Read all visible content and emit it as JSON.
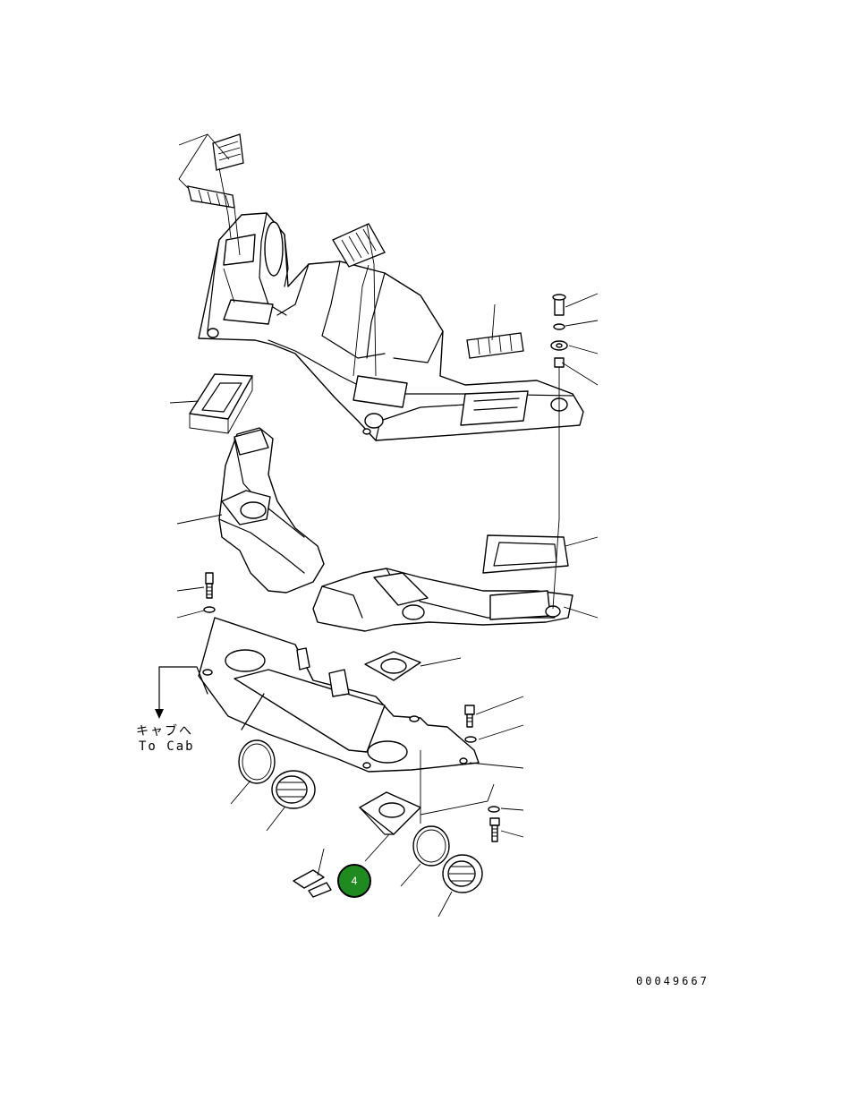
{
  "diagram": {
    "direction_label_jp": "キャブへ",
    "direction_label_en": "To Cab",
    "drawing_number": "00049667",
    "highlighted_callout": {
      "number": "4",
      "color": "#1f8a1f"
    },
    "line_color": "#000000",
    "background_color": "#ffffff"
  }
}
